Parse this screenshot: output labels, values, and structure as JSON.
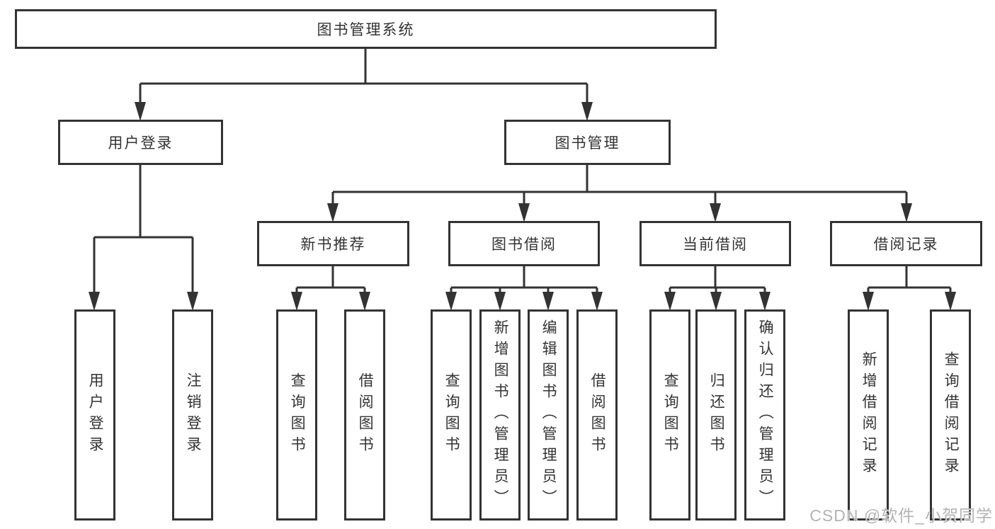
{
  "diagram": {
    "type": "hierarchy-tree",
    "tree": {
      "label": "图书管理系统",
      "children": [
        {
          "label": "用户登录",
          "children": [
            {
              "label": "用户登录"
            },
            {
              "label": "注销登录"
            }
          ]
        },
        {
          "label": "图书管理",
          "children": [
            {
              "label": "新书推荐",
              "children": [
                {
                  "label": "查询图书"
                },
                {
                  "label": "借阅图书"
                }
              ]
            },
            {
              "label": "图书借阅",
              "children": [
                {
                  "label": "查询图书"
                },
                {
                  "label": "新增图书（管理员）"
                },
                {
                  "label": "编辑图书（管理员）"
                },
                {
                  "label": "借阅图书"
                }
              ]
            },
            {
              "label": "当前借阅",
              "children": [
                {
                  "label": "查询图书"
                },
                {
                  "label": "归还图书"
                },
                {
                  "label": "确认归还（管理员）"
                }
              ]
            },
            {
              "label": "借阅记录",
              "children": [
                {
                  "label": "新增借阅记录"
                },
                {
                  "label": "查询借阅记录"
                }
              ]
            }
          ]
        }
      ]
    }
  },
  "watermark": {
    "text": "CSDN @软件_小贺同学"
  },
  "colors": {
    "line": "#333333",
    "box_border": "#333333",
    "box_background": "#ffffff",
    "text": "#333333",
    "watermark": "#b3b3b3"
  }
}
